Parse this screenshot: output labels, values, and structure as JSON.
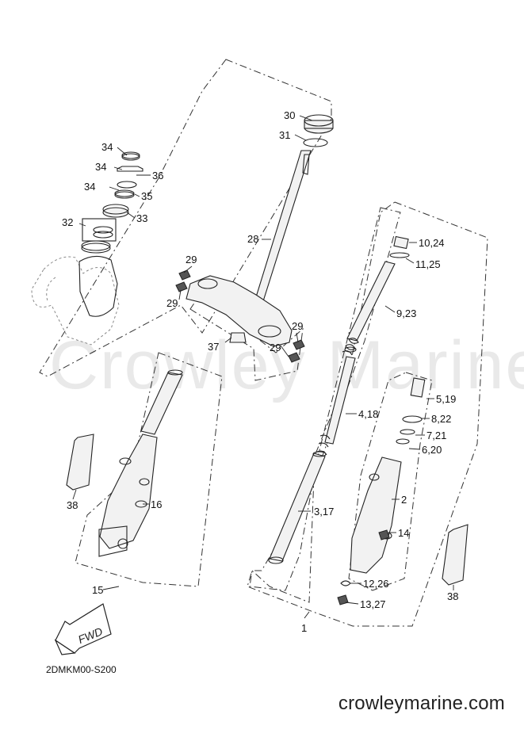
{
  "diagram_code": "2DMKM00-S200",
  "watermark": "Crowley Marine",
  "site": "crowleymarine.com",
  "fwd_label": "FWD",
  "callouts": {
    "c30": "30",
    "c31": "31",
    "c34a": "34",
    "c34b": "34",
    "c34c": "34",
    "c36": "36",
    "c35": "35",
    "c32": "32",
    "c33": "33",
    "c28": "28",
    "c29a": "29",
    "c29b": "29",
    "c29c": "29",
    "c29d": "29",
    "c37": "37",
    "c10_24": "10,24",
    "c11_25": "11,25",
    "c9_23": "9,23",
    "c4_18": "4,18",
    "c5_19": "5,19",
    "c8_22": "8,22",
    "c7_21": "7,21",
    "c6_20": "6,20",
    "c3_17": "3,17",
    "c2": "2",
    "c14": "14",
    "c12_26": "12,26",
    "c13_27": "13,27",
    "c38a": "38",
    "c38b": "38",
    "c16": "16",
    "c15": "15",
    "c1": "1"
  }
}
